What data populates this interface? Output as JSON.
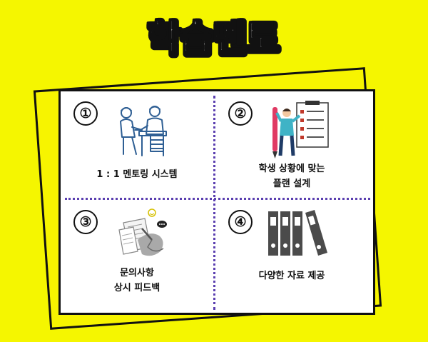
{
  "title": "학습멘토",
  "colors": {
    "background": "#f5f600",
    "divider": "#5b3fb0",
    "icon_blue": "#2f5f94",
    "binder_gray": "#4b4b4b"
  },
  "cells": [
    {
      "number": "①",
      "icon": "mentoring-desk-icon",
      "lines": [
        "1 : 1 멘토링 시스템"
      ]
    },
    {
      "number": "②",
      "icon": "plan-checklist-icon",
      "lines": [
        "학생 상황에 맞는",
        "플랜 설계"
      ]
    },
    {
      "number": "③",
      "icon": "feedback-writing-icon",
      "lines": [
        "문의사항",
        "상시 피드백"
      ]
    },
    {
      "number": "④",
      "icon": "binders-icon",
      "lines": [
        "다양한 자료 제공"
      ]
    }
  ]
}
